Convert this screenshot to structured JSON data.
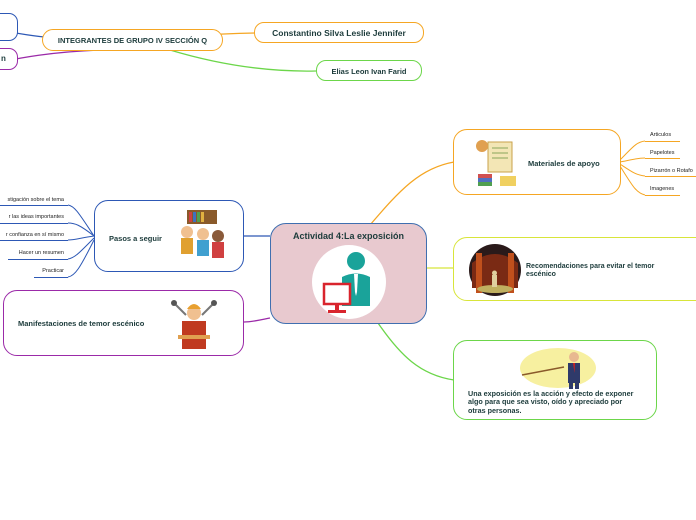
{
  "central": {
    "title": "Actividad 4:La exposición"
  },
  "group": {
    "title": "INTEGRANTES DE GRUPO IV SECCIÓN Q",
    "members": [
      "Constantino Silva Leslie Jennifer",
      "Elias Leon Ivan Farid"
    ],
    "partial": "n"
  },
  "materials": {
    "title": "Materiales de apoyo",
    "items": [
      "Articulos",
      "Papelotes",
      "Pizarrón o Rotafo",
      "Imagenes"
    ]
  },
  "recommendations": {
    "title": "Recomendaciones para evitar el temor escénico"
  },
  "definition": {
    "text": "Una exposición es la acción y efecto de exponer algo para que sea visto, oído y apreciado por otras personas."
  },
  "steps": {
    "title": "Pasos a seguir",
    "items": [
      "stigación sobre el tema",
      "r las ideas importantes",
      "r confianza en sí mismo",
      "Hacer un resumen",
      "Practicar"
    ]
  },
  "manifestations": {
    "title": "Manifestaciones de temor escénico"
  },
  "colors": {
    "central_fill": "#e8c9cf",
    "central_border": "#3f6fb0",
    "orange": "#f5a623",
    "yellow": "#d8e53a",
    "green": "#6cd64a",
    "blue": "#2d58b5",
    "purple": "#9b2aa8",
    "text": "#1c3b3b"
  }
}
